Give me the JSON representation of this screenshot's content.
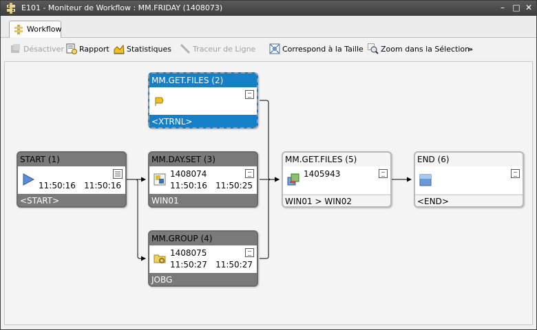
{
  "window": {
    "title": "E101 - Moniteur de Workflow : MM.FRIDAY (1408073)"
  },
  "tabs": [
    {
      "label": "Workflow"
    }
  ],
  "toolbar": {
    "disable_label": "Désactiver",
    "report_label": "Rapport",
    "stats_label": "Statistiques",
    "tracer_label": "Traceur de Ligne",
    "fit_label": "Correspond à la Taille",
    "zoom_label": "Zoom dans la Sélection",
    "more_label": "»"
  },
  "nodes": {
    "start": {
      "title": "START (1)",
      "start_time": "11:50:16",
      "end_time": "11:50:16",
      "footer": "<START>"
    },
    "getfiles2": {
      "title": "MM.GET.FILES (2)",
      "footer": "<XTRNL>"
    },
    "dayset": {
      "title": "MM.DAY.SET (3)",
      "job_id": "1408074",
      "start_time": "11:50:16",
      "end_time": "11:50:25",
      "footer": "WIN01"
    },
    "group": {
      "title": "MM.GROUP (4)",
      "job_id": "1408075",
      "start_time": "11:50:27",
      "end_time": "11:50:27",
      "footer": "JOBG"
    },
    "getfiles5": {
      "title": "MM.GET.FILES (5)",
      "job_id": "1405943",
      "footer": "WIN01 > WIN02"
    },
    "end": {
      "title": "END (6)",
      "footer": "<END>"
    }
  },
  "colors": {
    "completed": "#7a7a7a",
    "external": "#1580c8",
    "pending": "#f4f4f4"
  }
}
